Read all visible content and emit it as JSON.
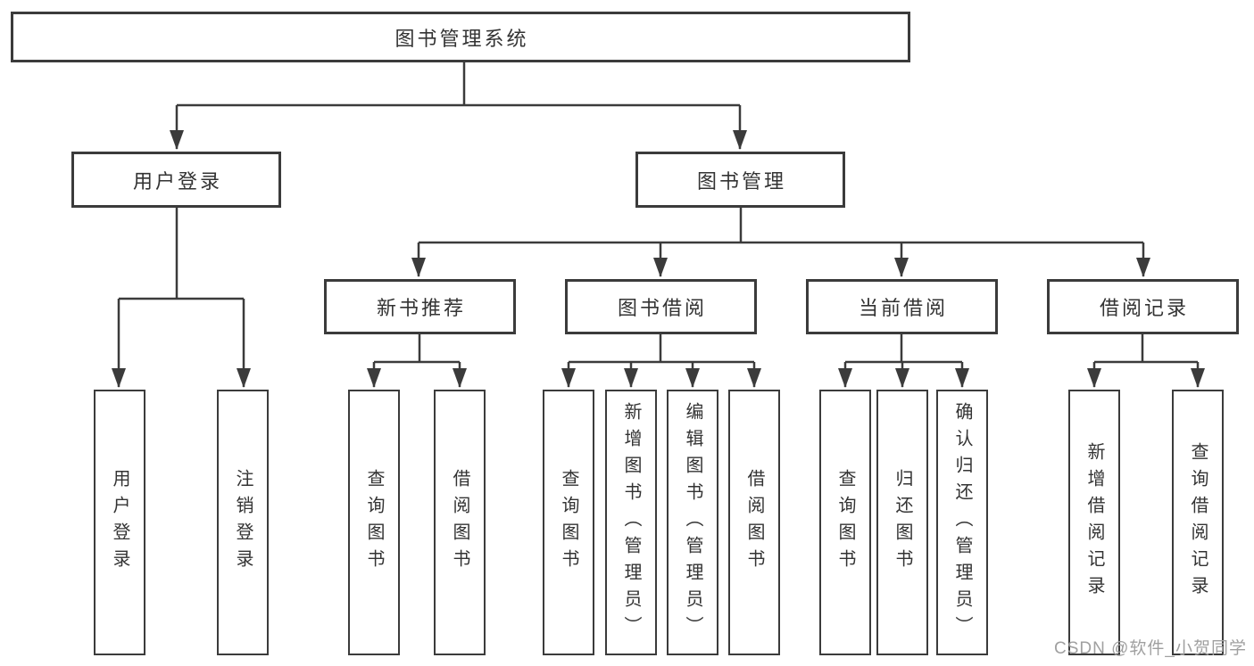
{
  "tree": {
    "root": {
      "label": "图书管理系统"
    },
    "children": [
      {
        "label": "用户登录",
        "children": [
          {
            "label": "用户登录"
          },
          {
            "label": "注销登录"
          }
        ]
      },
      {
        "label": "图书管理",
        "children": [
          {
            "label": "新书推荐",
            "children": [
              {
                "label": "查询图书"
              },
              {
                "label": "借阅图书"
              }
            ]
          },
          {
            "label": "图书借阅",
            "children": [
              {
                "label": "查询图书"
              },
              {
                "label": "新增图书（管理员）"
              },
              {
                "label": "编辑图书（管理员）"
              },
              {
                "label": "借阅图书"
              }
            ]
          },
          {
            "label": "当前借阅",
            "children": [
              {
                "label": "查询图书"
              },
              {
                "label": "归还图书"
              },
              {
                "label": "确认归还（管理员）"
              }
            ]
          },
          {
            "label": "借阅记录",
            "children": [
              {
                "label": "新增借阅记录"
              },
              {
                "label": "查询借阅记录"
              }
            ]
          }
        ]
      }
    ]
  },
  "watermark": {
    "text": "CSDN @软件_小贺同学"
  },
  "colors": {
    "line": "#3b3b3b",
    "box_border": "#3b3b3b",
    "text": "#333333",
    "watermark": "#a0a0a0",
    "background": "#ffffff"
  }
}
